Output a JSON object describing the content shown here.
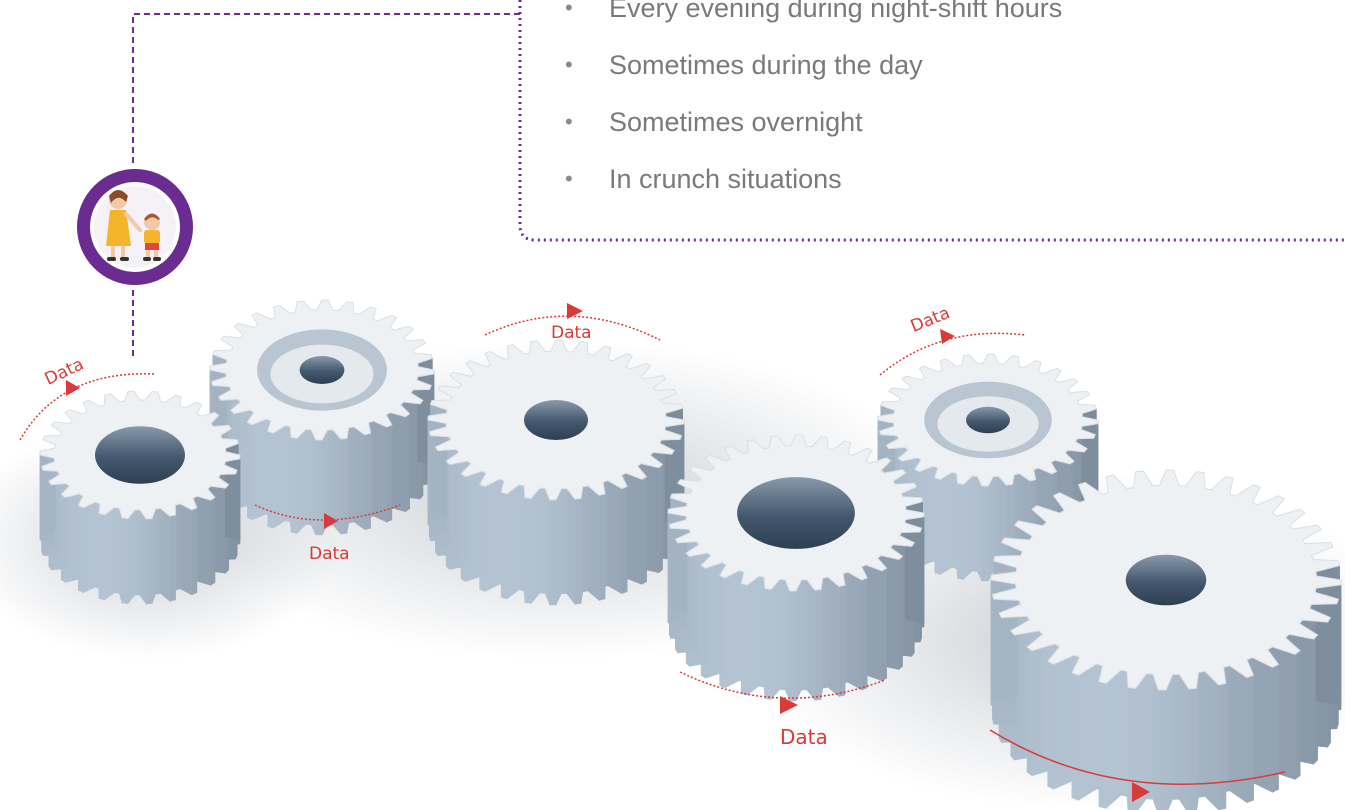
{
  "bullets": [
    "Every evening during night-shift hours",
    "Sometimes during the day",
    "Sometimes overnight",
    "In crunch situations"
  ],
  "flow_labels": [
    "Data",
    "Data",
    "Data",
    "Data",
    "Data"
  ],
  "icon": "mother-and-child-icon",
  "colors": {
    "accent_purple": "#6b2c91",
    "arrow_red": "#d93a3a",
    "gear_top": "#eef1f4",
    "gear_side": "#7d8fa3",
    "gear_side_dark": "#5d6f85"
  }
}
